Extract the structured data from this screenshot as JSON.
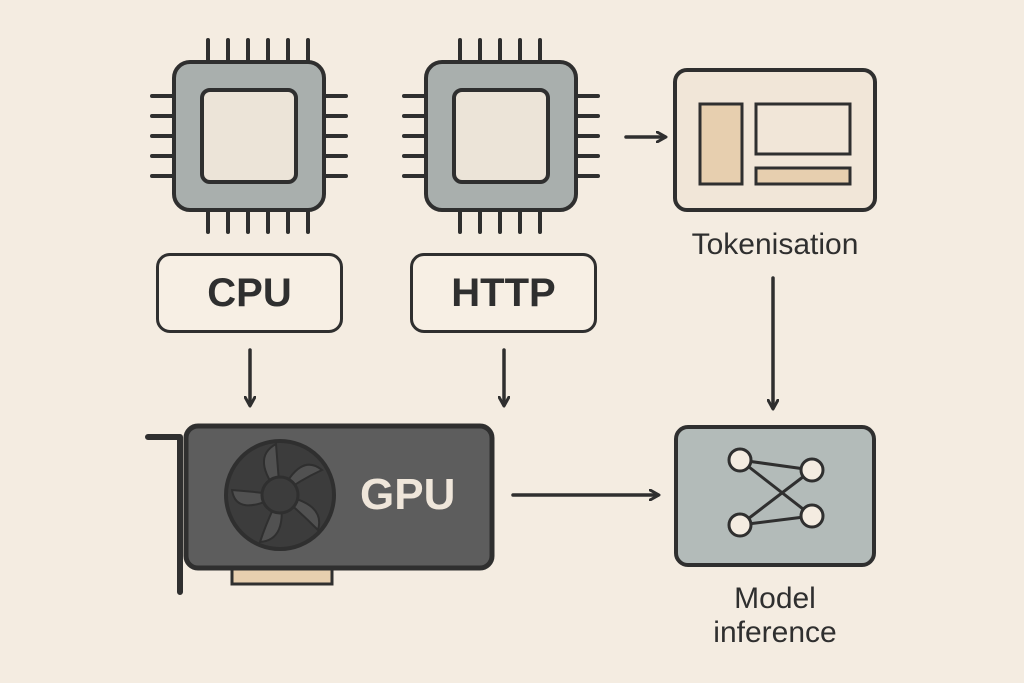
{
  "colors": {
    "background": "#f4ece1",
    "outline": "#2f2f2f",
    "chip_fill": "#a9afad",
    "chip_inner": "#ece4d8",
    "gpu_body": "#5d5d5d",
    "gpu_fan": "#3c3c3c",
    "panel_fill": "#f1e6d8",
    "panel_accent": "#e7cfaf",
    "model_fill": "#b3bbb9",
    "node_fill": "#f4ece1"
  },
  "nodes": {
    "cpu": {
      "label": "CPU",
      "icon": "cpu-chip-icon"
    },
    "http": {
      "label": "HTTP",
      "icon": "chip-icon"
    },
    "tokenisation": {
      "label": "Tokenisation",
      "icon": "layout-panel-icon"
    },
    "gpu": {
      "label": "GPU",
      "icon": "graphics-card-icon"
    },
    "model": {
      "label_line1": "Model",
      "label_line2": "inference",
      "icon": "neural-network-icon"
    }
  },
  "edges": [
    {
      "from": "chip-http",
      "to": "tokenisation"
    },
    {
      "from": "cpu",
      "to": "gpu"
    },
    {
      "from": "http",
      "to": "gpu"
    },
    {
      "from": "tokenisation",
      "to": "model"
    },
    {
      "from": "gpu",
      "to": "model"
    }
  ]
}
